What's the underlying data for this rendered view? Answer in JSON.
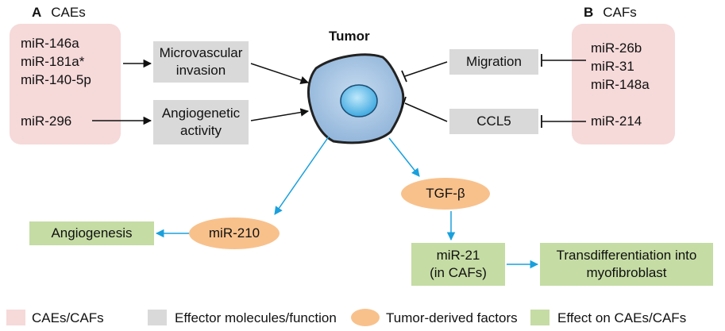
{
  "panel_a": {
    "letter": "A",
    "name": "CAEs",
    "mirs_top": [
      "miR-146a",
      "miR-181a*",
      "miR-140-5p"
    ],
    "mir_bottom": "miR-296"
  },
  "panel_b": {
    "letter": "B",
    "name": "CAFs",
    "mirs_top": [
      "miR-26b",
      "miR-31",
      "miR-148a"
    ],
    "mir_bottom": "miR-214"
  },
  "tumor_label": "Tumor",
  "effectors": {
    "microvascular": [
      "Microvascular",
      "invasion"
    ],
    "angiogenetic": [
      "Angiogenetic",
      "activity"
    ],
    "migration": "Migration",
    "ccl5": "CCL5"
  },
  "factors": {
    "tgf": "TGF-β",
    "mir210": "miR-210"
  },
  "effects": {
    "angiogenesis": "Angiogenesis",
    "mir21": [
      "miR-21",
      "(in CAFs)"
    ],
    "transdiff": [
      "Transdifferentiation into",
      "myofibroblast"
    ]
  },
  "legend": [
    {
      "label": "CAEs/CAFs",
      "color": "#f6d9d9",
      "shape": "rect"
    },
    {
      "label": "Effector molecules/function",
      "color": "#d9d9d9",
      "shape": "rect"
    },
    {
      "label": "Tumor-derived factors",
      "color": "#f8c18c",
      "shape": "oval"
    },
    {
      "label": "Effect on CAEs/CAFs",
      "color": "#c5dca4",
      "shape": "rect"
    }
  ]
}
